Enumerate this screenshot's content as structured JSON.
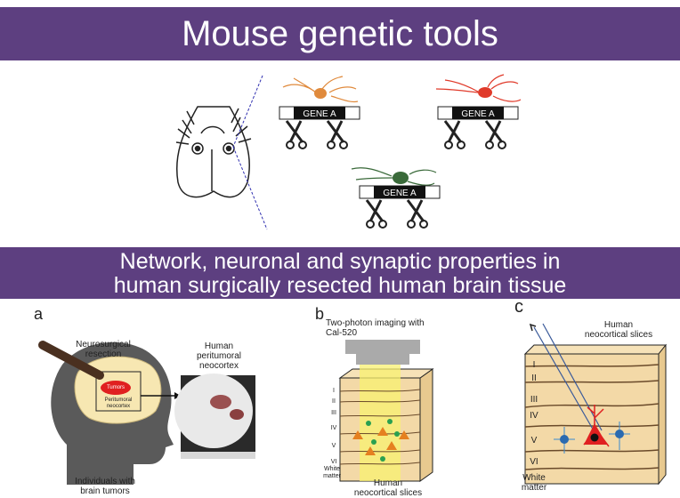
{
  "banner_top": {
    "title": "Mouse genetic tools"
  },
  "banner_bottom": {
    "title": "Network, neuronal and synaptic properties in\nhuman surgically resected human brain tissue"
  },
  "mouse_panel": {
    "gene_labels": [
      "GENE A",
      "GENE A",
      "GENE A"
    ],
    "neuron_colors": [
      "#e08a3c",
      "#e03a2a",
      "#3a6a3a"
    ]
  },
  "panel_a": {
    "letter": "a",
    "resection_label": "Neurosurgical\nresection",
    "tumors_label": "Tumors",
    "peritumoral_label": "Peritumoral\nneocortex",
    "photo_label": "Human\nperitumoral\nneocortex",
    "individuals_label": "Individuals with\nbrain tumors"
  },
  "panel_b": {
    "letter": "b",
    "imaging_label": "Two-photon imaging with\nCal-520",
    "layers": [
      "I",
      "II",
      "III",
      "IV",
      "V",
      "VI",
      "White\nmatter"
    ],
    "bottom_label": "Human\nneocortical slices"
  },
  "panel_c": {
    "letter": "c",
    "title_label": "Human\nneocortical slices",
    "layers": [
      "I",
      "II",
      "III",
      "IV",
      "V",
      "VI",
      "White\nmatter"
    ]
  }
}
